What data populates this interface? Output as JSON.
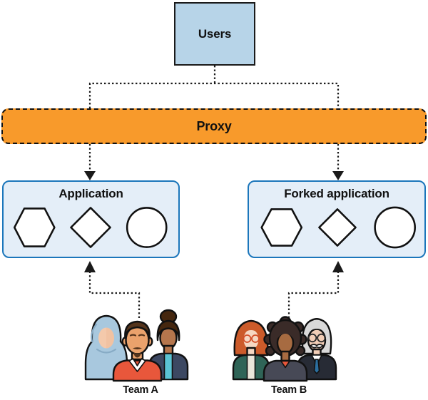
{
  "diagram": {
    "background": "#ffffff",
    "connector_style": "dotted",
    "connector_color": "#1a1a1a"
  },
  "nodes": {
    "users": {
      "label": "Users",
      "fill": "#b7d4e8",
      "border_color": "#1a1a1a"
    },
    "proxy": {
      "label": "Proxy",
      "fill": "#f89a2b",
      "border_color": "#111111",
      "border_style": "dashed"
    },
    "application": {
      "label": "Application",
      "fill": "#e4eef8",
      "border_color": "#1b76bb",
      "shapes": [
        "hexagon",
        "diamond",
        "circle"
      ]
    },
    "forked_application": {
      "label": "Forked application",
      "fill": "#e4eef8",
      "border_color": "#1b76bb",
      "shapes": [
        "hexagon",
        "diamond",
        "circle"
      ]
    }
  },
  "teams": {
    "team_a": {
      "label": "Team A",
      "members": [
        "woman-in-hijab-icon",
        "man-with-goatee-icon",
        "woman-with-bun-icon"
      ]
    },
    "team_b": {
      "label": "Team B",
      "members": [
        "woman-with-glasses-icon",
        "woman-with-curly-hair-icon",
        "older-man-with-glasses-icon"
      ]
    }
  },
  "edges": [
    {
      "from": "users",
      "to": "proxy",
      "style": "dotted"
    },
    {
      "from": "proxy",
      "to": "application",
      "style": "dotted-arrow"
    },
    {
      "from": "proxy",
      "to": "forked_application",
      "style": "dotted-arrow"
    },
    {
      "from": "team_a",
      "to": "application",
      "style": "dotted-arrow"
    },
    {
      "from": "team_b",
      "to": "forked_application",
      "style": "dotted-arrow"
    }
  ]
}
